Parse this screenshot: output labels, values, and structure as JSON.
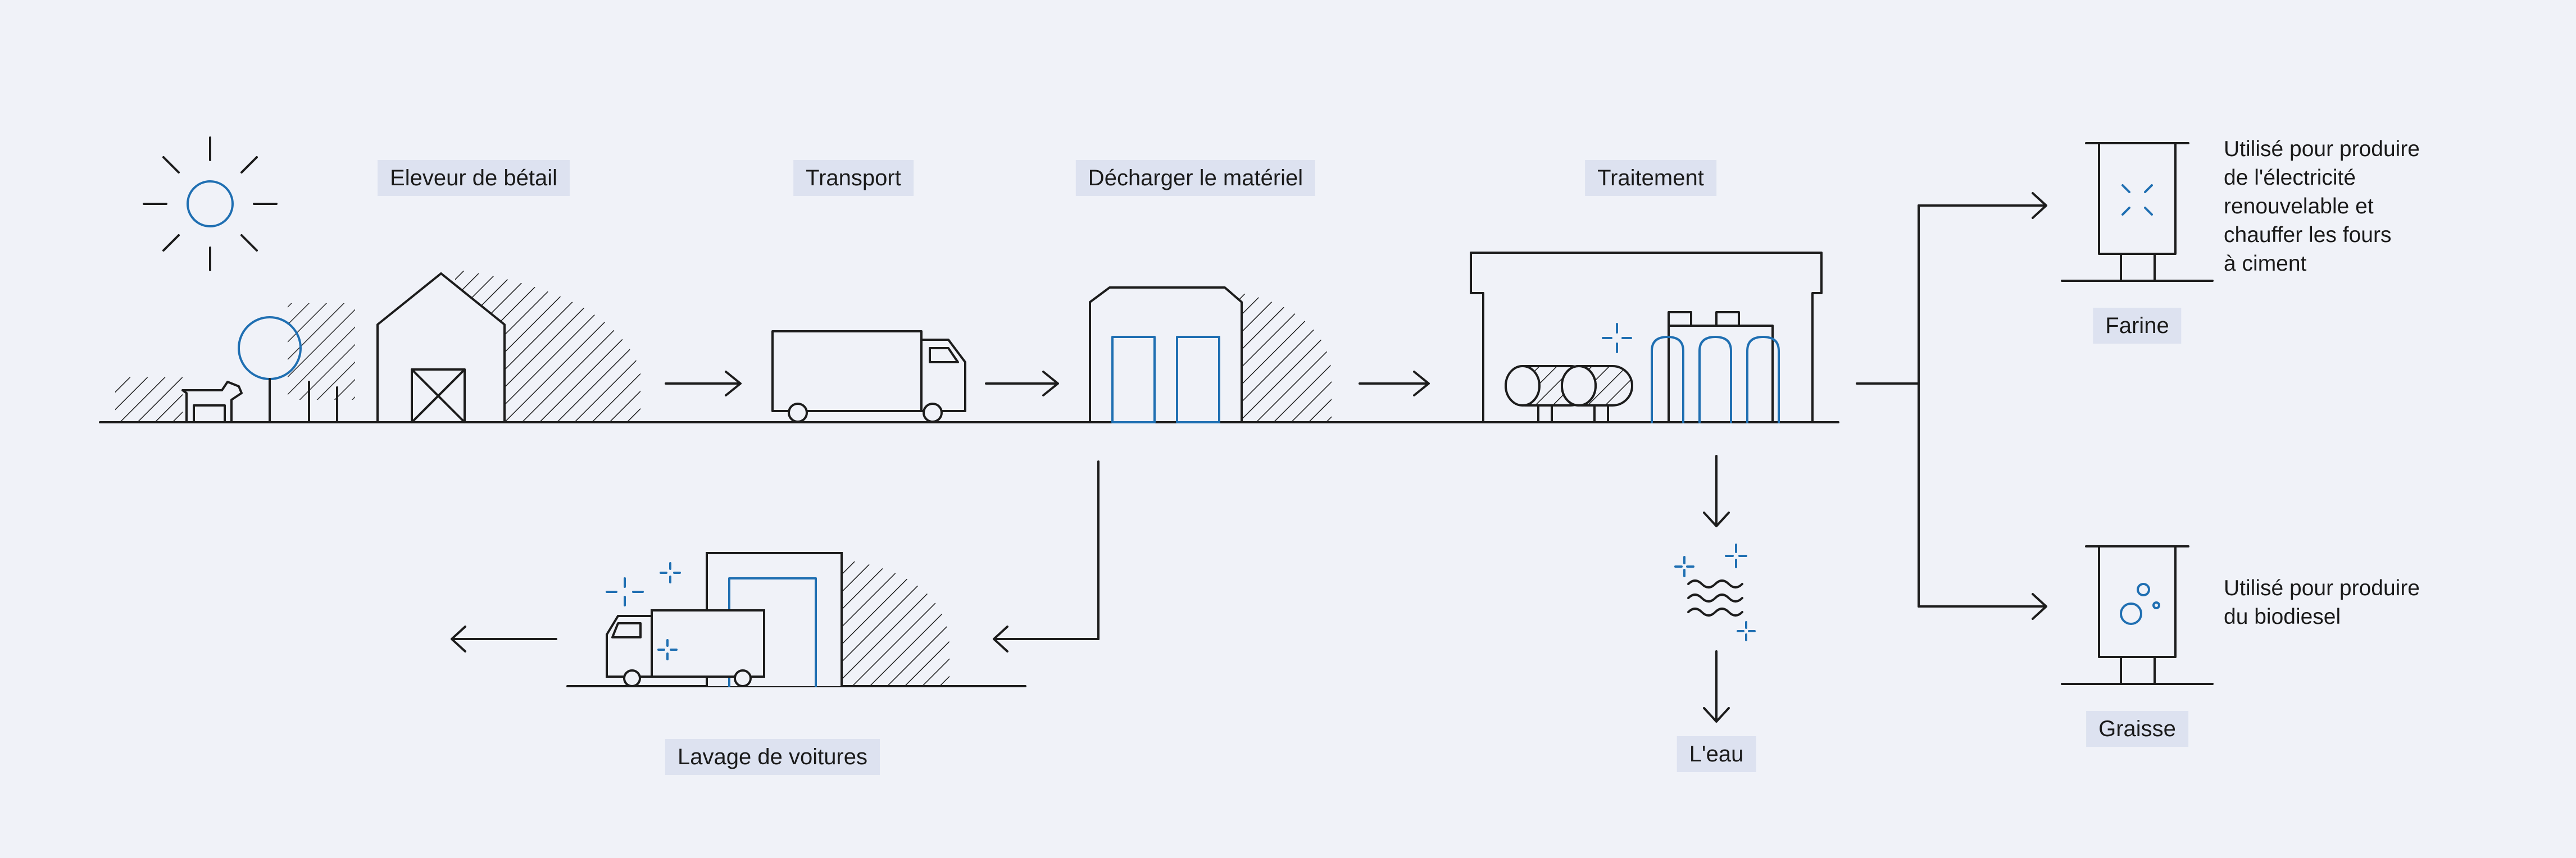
{
  "labels": {
    "farmer": "Eleveur de bétail",
    "transport": "Transport",
    "unload": "Décharger le matériel",
    "processing": "Traitement",
    "carwash": "Lavage de voitures",
    "water": "L'eau",
    "meal": "Farine",
    "fat": "Graisse"
  },
  "descriptions": {
    "meal": "Utilisé pour produire\nde l'électricité\nrenouvelable et\nchauffer les fours\nà ciment",
    "fat": "Utilisé pour produire\ndu biodiesel"
  },
  "colors": {
    "background": "#f0f2f8",
    "label_bg": "#dde2f0",
    "line": "#1c1c1c",
    "accent": "#1f6fb2"
  }
}
